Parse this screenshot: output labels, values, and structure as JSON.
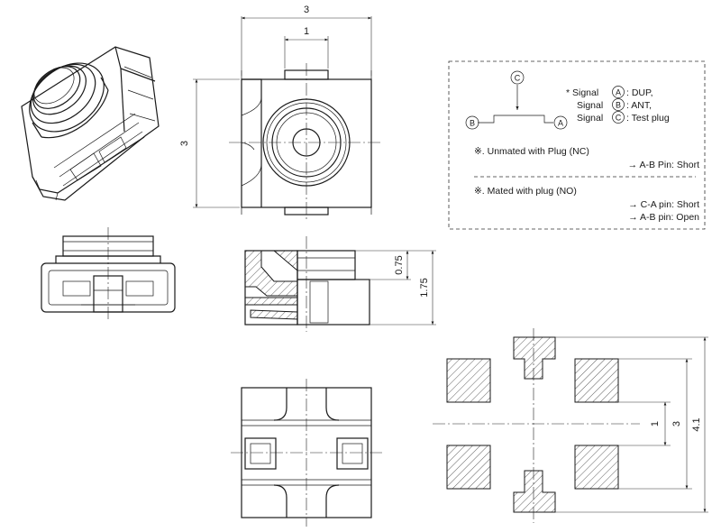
{
  "top_view": {
    "width_dim": "3",
    "center_dim": "1",
    "height_dim": "3"
  },
  "side_view": {
    "dim_upper": "0.75",
    "dim_total": "1.75"
  },
  "footprint": {
    "dim_inner": "1",
    "dim_mid": "3",
    "dim_outer": "4.1"
  },
  "notes": {
    "pin_a": "A",
    "pin_b": "B",
    "pin_c": "C",
    "signal_a": "*  Signal",
    "signal_a_val": ": DUP,",
    "signal_b": "Signal",
    "signal_b_val": ": ANT,",
    "signal_c": "Signal",
    "signal_c_val": ": Test plug",
    "unmated_title": "※. Unmated with Plug (NC)",
    "unmated_ab": "→ A-B Pin: Short",
    "mated_title": "※. Mated with plug (NO)",
    "mated_ca": "→ C-A pin: Short",
    "mated_ab": "→ A-B pin: Open"
  }
}
